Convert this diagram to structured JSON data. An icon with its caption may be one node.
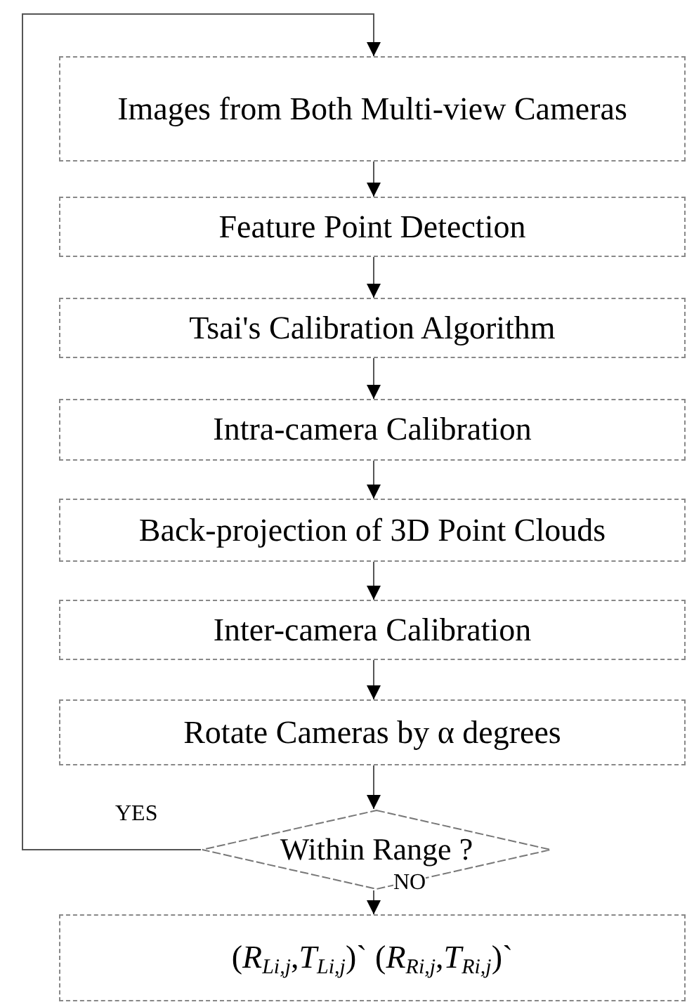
{
  "diagram": {
    "nodes": [
      {
        "text": [
          "Images from Both Multi-view Cameras"
        ]
      },
      {
        "text": [
          "Feature Point Detection"
        ]
      },
      {
        "text": [
          "Tsai's Calibration Algorithm"
        ]
      },
      {
        "text": [
          "Intra-camera Calibration"
        ]
      },
      {
        "text": [
          "Back-projection of 3D Point Clouds"
        ]
      },
      {
        "text": [
          "Inter-camera Calibration"
        ]
      },
      {
        "text": [
          "Rotate Cameras by α degrees"
        ]
      },
      {
        "text": [
          "Within Range ?"
        ]
      },
      {
        "text": [
          "(*R*$_{Li,j}$,*T*$_{Li,j}$)` (*R*$_{Ri,j}$,*T*$_{Ri,j}$)`"
        ]
      }
    ],
    "edges": [
      {
        "from": 0,
        "to": 1,
        "arrow": "to"
      },
      {
        "from": 1,
        "to": 2,
        "arrow": "to"
      },
      {
        "from": 2,
        "to": 3,
        "arrow": "to"
      },
      {
        "from": 3,
        "to": 4,
        "arrow": "to"
      },
      {
        "from": 4,
        "to": 5,
        "arrow": "to"
      },
      {
        "from": 5,
        "to": 6,
        "arrow": "to"
      },
      {
        "from": 6,
        "to": 7,
        "arrow": "to"
      },
      {
        "from": 7,
        "to": 0,
        "arrow": "to",
        "label": "YES"
      },
      {
        "from": 7,
        "to": 8,
        "arrow": "to",
        "label": "NO"
      }
    ]
  }
}
